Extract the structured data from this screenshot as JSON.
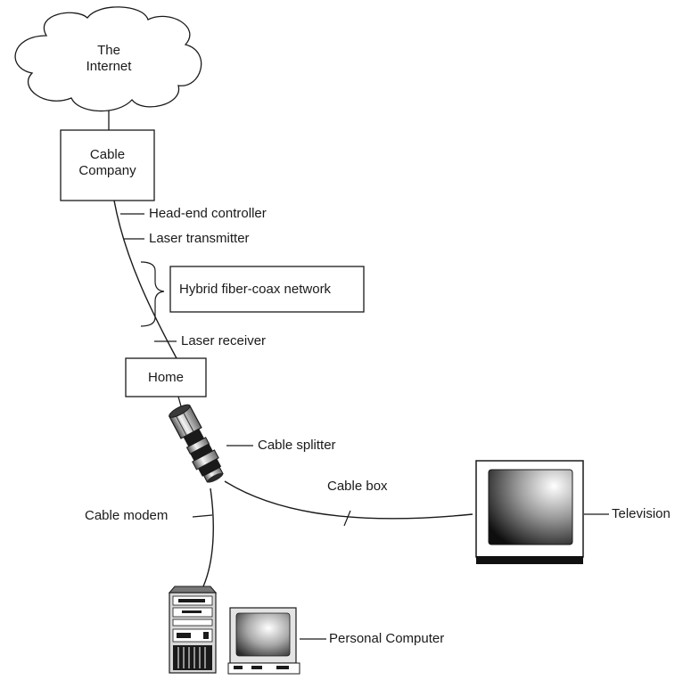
{
  "cloud": {
    "line1": "The",
    "line2": "Internet"
  },
  "cable_company": {
    "line1": "Cable",
    "line2": "Company"
  },
  "callouts": {
    "head_end": "Head-end controller",
    "laser_tx": "Laser transmitter",
    "hybrid": "Hybrid fiber-coax network",
    "laser_rx": "Laser receiver",
    "splitter": "Cable splitter",
    "cable_box": "Cable box",
    "cable_modem": "Cable modem",
    "television": "Television",
    "pc": "Personal Computer"
  },
  "home": {
    "label": "Home"
  }
}
